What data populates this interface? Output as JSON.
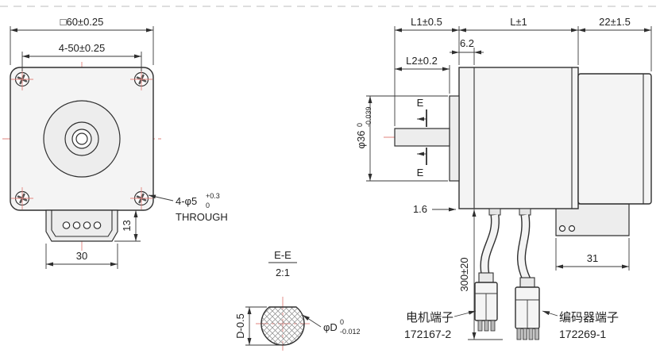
{
  "front_view": {
    "dim_square_side": "□60±0.25",
    "dim_hole_spacing": "4-50±0.25",
    "dim_housing_width": "30",
    "dim_housing_height": "13",
    "hole_callout": "4-φ5",
    "hole_callout_tol_upper": "+0.3",
    "hole_callout_tol_lower": "0",
    "hole_callout_note": "THROUGH"
  },
  "side_view": {
    "dim_l1": "L1±0.5",
    "dim_l": "L±1",
    "dim_rear": "22±1.5",
    "dim_front_plate": "6.2",
    "dim_l2": "L2±0.2",
    "dim_boss_dia": "φ36",
    "dim_boss_tol_upper": "0",
    "dim_boss_tol_lower": "-0.039",
    "dim_step": "1.6",
    "dim_cable_length": "300±20",
    "dim_block_width": "31",
    "section_label_top": "E",
    "section_label_bottom": "E"
  },
  "section_view": {
    "title": "E-E",
    "scale": "2:1",
    "dim_flat": "D-0.5",
    "dim_dia": "φD",
    "dim_dia_tol_upper": "0",
    "dim_dia_tol_lower": "-0.012"
  },
  "connectors": {
    "motor_label": "电机端子",
    "motor_part": "172167-2",
    "encoder_label": "编码器端子",
    "encoder_part": "172269-1"
  },
  "colors": {
    "line": "#2f2f2f",
    "centerline": "#e2837e",
    "fill": "#f4f4f4"
  }
}
